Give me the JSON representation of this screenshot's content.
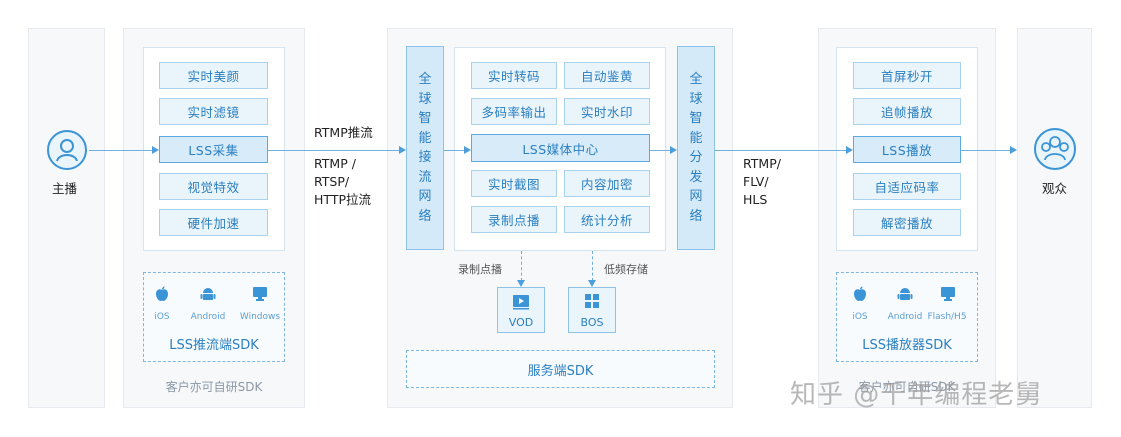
{
  "anchor": {
    "label": "主播"
  },
  "client_sdk": {
    "features": [
      "实时美颜",
      "实时滤镜",
      "LSS采集",
      "视觉特效",
      "硬件加速"
    ],
    "platforms": [
      "iOS",
      "Android",
      "Windows"
    ],
    "sdk_label": "LSS推流端SDK",
    "caption": "客户亦可自研SDK"
  },
  "ingest": {
    "push": "RTMP推流",
    "pull": "RTMP /\nRTSP/\nHTTP拉流"
  },
  "center": {
    "ingest_network": "全\n球\n智\n能\n接\n流\n网\n络",
    "features_left": [
      "实时转码",
      "多码率输出",
      "实时截图",
      "录制点播"
    ],
    "features_right": [
      "自动鉴黄",
      "实时水印",
      "内容加密",
      "统计分析"
    ],
    "media_center": "LSS媒体中心",
    "distribution_network": "全\n球\n智\n能\n分\n发\n网\n络",
    "record_label": "录制点播",
    "storage_label": "低频存储",
    "vod": "VOD",
    "bos": "BOS",
    "server_sdk": "服务端SDK"
  },
  "delivery": {
    "protocols": "RTMP/\nFLV/\nHLS"
  },
  "player_sdk": {
    "features": [
      "首屏秒开",
      "追帧播放",
      "LSS播放",
      "自适应码率",
      "解密播放"
    ],
    "platforms": [
      "iOS",
      "Android",
      "Flash/H5"
    ],
    "sdk_label": "LSS播放器SDK",
    "caption": "客户亦可自研SDK"
  },
  "audience": {
    "label": "观众"
  },
  "watermark": "知乎 @千年编程老舅",
  "colors": {
    "accent": "#2a7fc1",
    "box_fill": "#eaf4fb",
    "line": "#6fb0df"
  }
}
